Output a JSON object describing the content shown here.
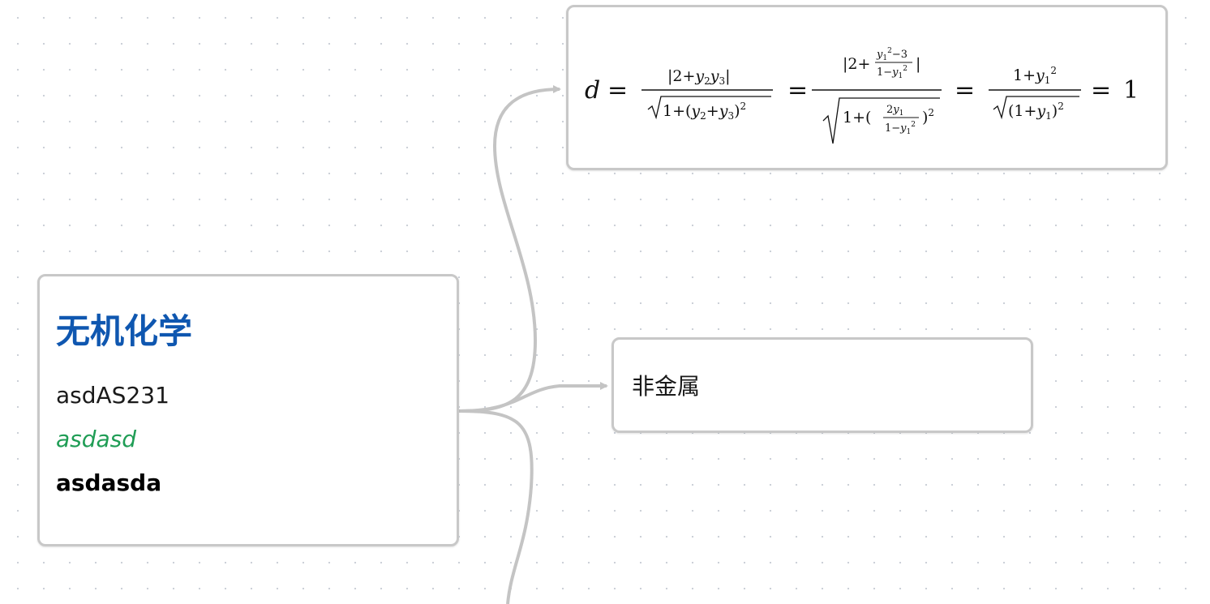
{
  "root": {
    "title": "无机化学",
    "lines": [
      "asdAS231",
      "asdasd",
      "asdasda"
    ],
    "colors": {
      "title": "#0f57b0",
      "italic_line": "#1f9d55"
    }
  },
  "formula_node": {
    "latex": "d=\\frac{|2+y_2y_3|}{\\sqrt{1+(y_2+y_3)^2}}=\\frac{|2+\\frac{y_1^2-3}{1-y_1^2}|}{\\sqrt{1+(\\frac{2y_1}{1-y_1^2})^2}}=\\frac{1+y_1^2}{\\sqrt{(1+y_1)^2}}=1"
  },
  "nonmetal_node": {
    "label": "非金属"
  },
  "edge_color": "#c4c4c4"
}
